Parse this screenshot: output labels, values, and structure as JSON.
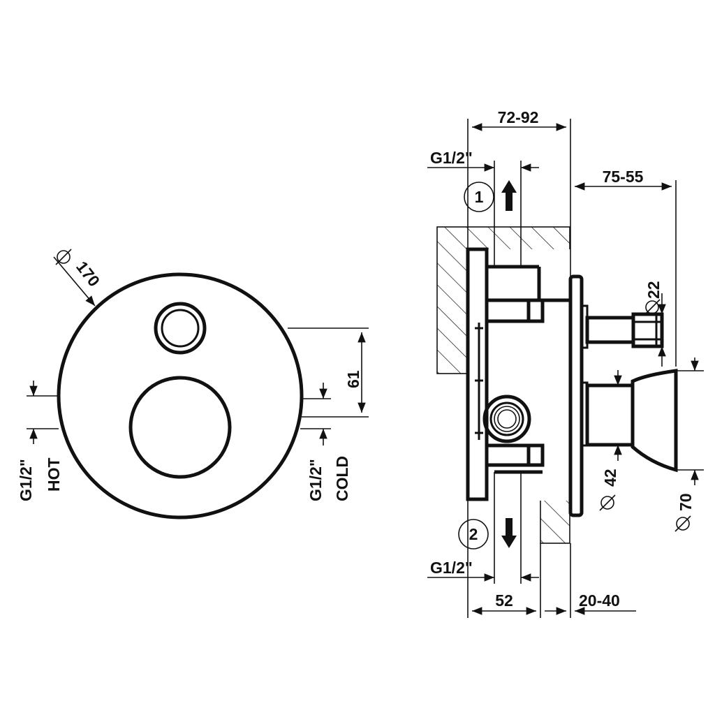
{
  "front_view": {
    "diameter_label": "170",
    "height_label": "61",
    "hot_size_label": "G1/2\"",
    "hot_label": "HOT",
    "cold_size_label": "G1/2\"",
    "cold_label": "COLD"
  },
  "side_view": {
    "top_depth_label": "72-92",
    "top_thread_label": "G1/2\"",
    "projection_label": "75-55",
    "port_1_number": "1",
    "port_2_number": "2",
    "bottom_thread_label": "G1/2\"",
    "bottom_depth_label": "52",
    "wall_range_label": "20-40",
    "spout_diameter_label": "22",
    "handle_diameter_label": "42",
    "flange_diameter_label": "70"
  },
  "icons": {
    "diameter_symbol": "diameter-icon",
    "arrow_up": "arrow-up-icon",
    "arrow_down": "arrow-down-icon"
  },
  "colors": {
    "ink": "#111111",
    "paper": "#ffffff"
  }
}
